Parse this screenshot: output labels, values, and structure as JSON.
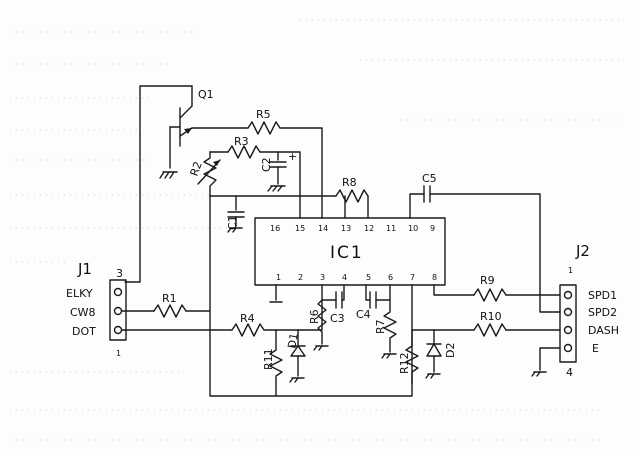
{
  "ic": {
    "label": "IC1",
    "pins_top": [
      "16",
      "15",
      "14",
      "13",
      "12",
      "11",
      "10",
      "9"
    ],
    "pins_bottom": [
      "1",
      "2",
      "3",
      "4",
      "5",
      "6",
      "7",
      "8"
    ]
  },
  "transistor": {
    "label": "Q1"
  },
  "resistors": [
    "R1",
    "R2",
    "R3",
    "R4",
    "R5",
    "R6",
    "R7",
    "R8",
    "R9",
    "R10",
    "R11",
    "R12"
  ],
  "capacitors": [
    "C1",
    "C2",
    "C3",
    "C4",
    "C5"
  ],
  "diodes": [
    "D1",
    "D2"
  ],
  "j1": {
    "label": "J1",
    "pin_first": "3",
    "pin_last": "1",
    "signals": [
      "ELKY",
      "CW8",
      "DOT"
    ]
  },
  "j2": {
    "label": "J2",
    "pin_first": "1",
    "pin_last": "4",
    "signals": [
      "SPD1",
      "SPD2",
      "DASH",
      "E"
    ]
  },
  "marks": {
    "plus": "+"
  }
}
